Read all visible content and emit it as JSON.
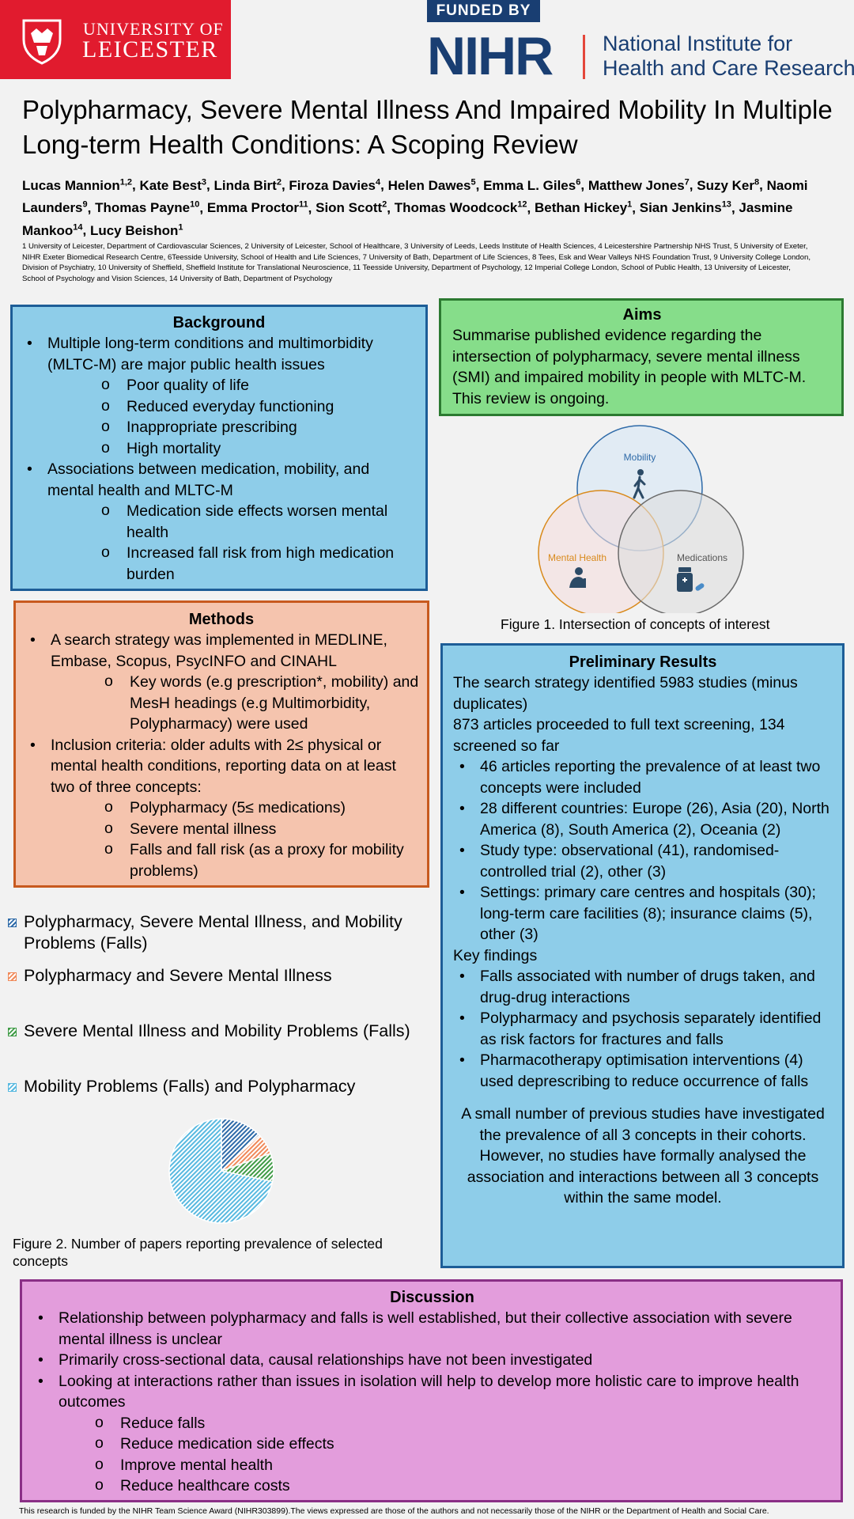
{
  "logos": {
    "leicester_line1": "UNIVERSITY OF",
    "leicester_line2": "LEICESTER",
    "funded_by": "FUNDED BY",
    "nihr": "NIHR",
    "nihr_name_line1": "National Institute for",
    "nihr_name_line2": "Health and Care Research"
  },
  "title": "Polypharmacy, Severe Mental Illness And Impaired Mobility In Multiple Long-term Health Conditions: A Scoping Review",
  "authors": [
    {
      "name": "Lucas Mannion",
      "sup": "1,2"
    },
    {
      "name": "Kate Best",
      "sup": "3"
    },
    {
      "name": "Linda Birt",
      "sup": "2"
    },
    {
      "name": "Firoza Davies",
      "sup": "4"
    },
    {
      "name": "Helen Dawes",
      "sup": "5"
    },
    {
      "name": "Emma L. Giles",
      "sup": "6"
    },
    {
      "name": "Matthew Jones",
      "sup": "7"
    },
    {
      "name": "Suzy Ker",
      "sup": "8"
    },
    {
      "name": "Naomi Launders",
      "sup": "9"
    },
    {
      "name": "Thomas Payne",
      "sup": "10"
    },
    {
      "name": "Emma Proctor",
      "sup": "11"
    },
    {
      "name": "Sion Scott",
      "sup": "2"
    },
    {
      "name": "Thomas Woodcock",
      "sup": "12"
    },
    {
      "name": "Bethan Hickey",
      "sup": "1"
    },
    {
      "name": "Sian Jenkins",
      "sup": "13"
    },
    {
      "name": "Jasmine Mankoo",
      "sup": "14"
    },
    {
      "name": "Lucy Beishon",
      "sup": "1"
    }
  ],
  "affiliations": "1 University of Leicester, Department of Cardiovascular Sciences, 2 University of Leicester, School of Healthcare, 3 University of Leeds, Leeds Institute of Health Sciences, 4 Leicestershire Partnership NHS Trust, 5 University of Exeter, NIHR Exeter Biomedical Research Centre, 6Teesside University, School of Health and Life Sciences, 7 University of Bath, Department of Life Sciences, 8 Tees, Esk and Wear Valleys NHS Foundation Trust, 9 University College London, Division of Psychiatry, 10 University of Sheffield, Sheffield Institute for Translational Neuroscience, 11 Teesside University, Department of Psychology, 12 Imperial College London, School of Public Health, 13 University of Leicester, School of Psychology and Vision Sciences, 14 University of Bath, Department of Psychology",
  "background": {
    "heading": "Background",
    "items": [
      {
        "text": "Multiple long-term conditions and multimorbidity (MLTC-M) are major public health issues",
        "sub": [
          "Poor quality of life",
          "Reduced everyday functioning",
          "Inappropriate prescribing",
          "High mortality"
        ]
      },
      {
        "text": "Associations between medication, mobility, and mental health and MLTC-M",
        "sub": [
          "Medication side effects worsen mental health",
          "Increased fall risk from high medication burden"
        ]
      }
    ]
  },
  "aims": {
    "heading": "Aims",
    "text": "Summarise published evidence regarding the intersection of polypharmacy, severe mental illness (SMI) and impaired mobility in people with MLTC-M. This review is ongoing."
  },
  "venn": {
    "labels": [
      "Mobility",
      "Mental Health",
      "Medications"
    ],
    "colors": {
      "mobility": "#2e6aa8",
      "mental_health": "#d98a1c",
      "medications": "#7a7a7a"
    },
    "icons": [
      "walking-person-icon",
      "distressed-person-icon",
      "pill-bottle-icon"
    ]
  },
  "figure1_caption": "Figure 1. Intersection of concepts of interest",
  "methods": {
    "heading": "Methods",
    "items": [
      {
        "text": "A search strategy was implemented in MEDLINE, Embase, Scopus, PsycINFO and CINAHL",
        "sub": [
          "Key words (e.g prescription*, mobility) and MesH headings (e.g Multimorbidity, Polypharmacy) were used"
        ]
      },
      {
        "text": "Inclusion criteria: older adults with 2≤ physical or mental health conditions, reporting data on at least two of three concepts:",
        "sub": [
          "Polypharmacy (5≤ medications)",
          "Severe mental illness",
          "Falls and fall risk (as a proxy for mobility problems)"
        ]
      }
    ]
  },
  "results": {
    "heading": "Preliminary Results",
    "intro1": "The search strategy identified 5983 studies (minus duplicates)",
    "intro2": "873 articles proceeded to full text screening, 134 screened so far",
    "items": [
      "46 articles reporting the prevalence of at least two concepts were included",
      "28 different countries: Europe (26), Asia (20), North America (8), South America (2), Oceania (2)",
      "Study type: observational (41), randomised-controlled trial (2), other (3)",
      "Settings: primary care centres and hospitals (30); long-term care facilities (8); insurance claims (5), other (3)"
    ],
    "key_findings_label": "Key findings",
    "key_findings": [
      "Falls associated with number of drugs taken, and drug-drug interactions",
      "Polypharmacy and psychosis separately identified as risk factors for fractures and falls",
      "Pharmacotherapy optimisation interventions (4) used deprescribing to reduce occurrence of falls"
    ],
    "closing": "A small number of previous studies have investigated the prevalence of all 3 concepts in their cohorts. However, no studies have formally analysed the association and interactions between all 3 concepts within the same model."
  },
  "chart_data": {
    "type": "pie",
    "title": "",
    "categories": [
      "Polypharmacy, Severe Mental Illness, and Mobility Problems (Falls)",
      "Polypharmacy and Severe Mental Illness",
      "Severe Mental Illness and Mobility Problems (Falls)",
      "Mobility Problems (Falls) and Polypharmacy"
    ],
    "values": [
      6,
      3,
      4,
      33
    ],
    "colors": [
      "#2e6aa8",
      "#f08a5a",
      "#3f9b46",
      "#58b9e0"
    ],
    "legend": "left-top"
  },
  "figure2_caption": "Figure 2. Number of papers reporting prevalence of selected concepts",
  "discussion": {
    "heading": "Discussion",
    "items": [
      {
        "text": "Relationship between polypharmacy and falls is well established, but their collective association with severe mental illness is unclear",
        "sub": []
      },
      {
        "text": "Primarily cross-sectional data, causal relationships have not been investigated",
        "sub": []
      },
      {
        "text": "Looking at interactions rather than issues in isolation will help to develop more holistic care to improve health outcomes",
        "sub": [
          "Reduce falls",
          "Reduce medication side effects",
          "Improve mental health",
          "Reduce healthcare costs"
        ]
      }
    ]
  },
  "footer": "This research is funded by the NIHR Team Science Award (NIHR303899).The views expressed are those of the authors and not necessarily those of the NIHR or the Department of Health and Social Care."
}
